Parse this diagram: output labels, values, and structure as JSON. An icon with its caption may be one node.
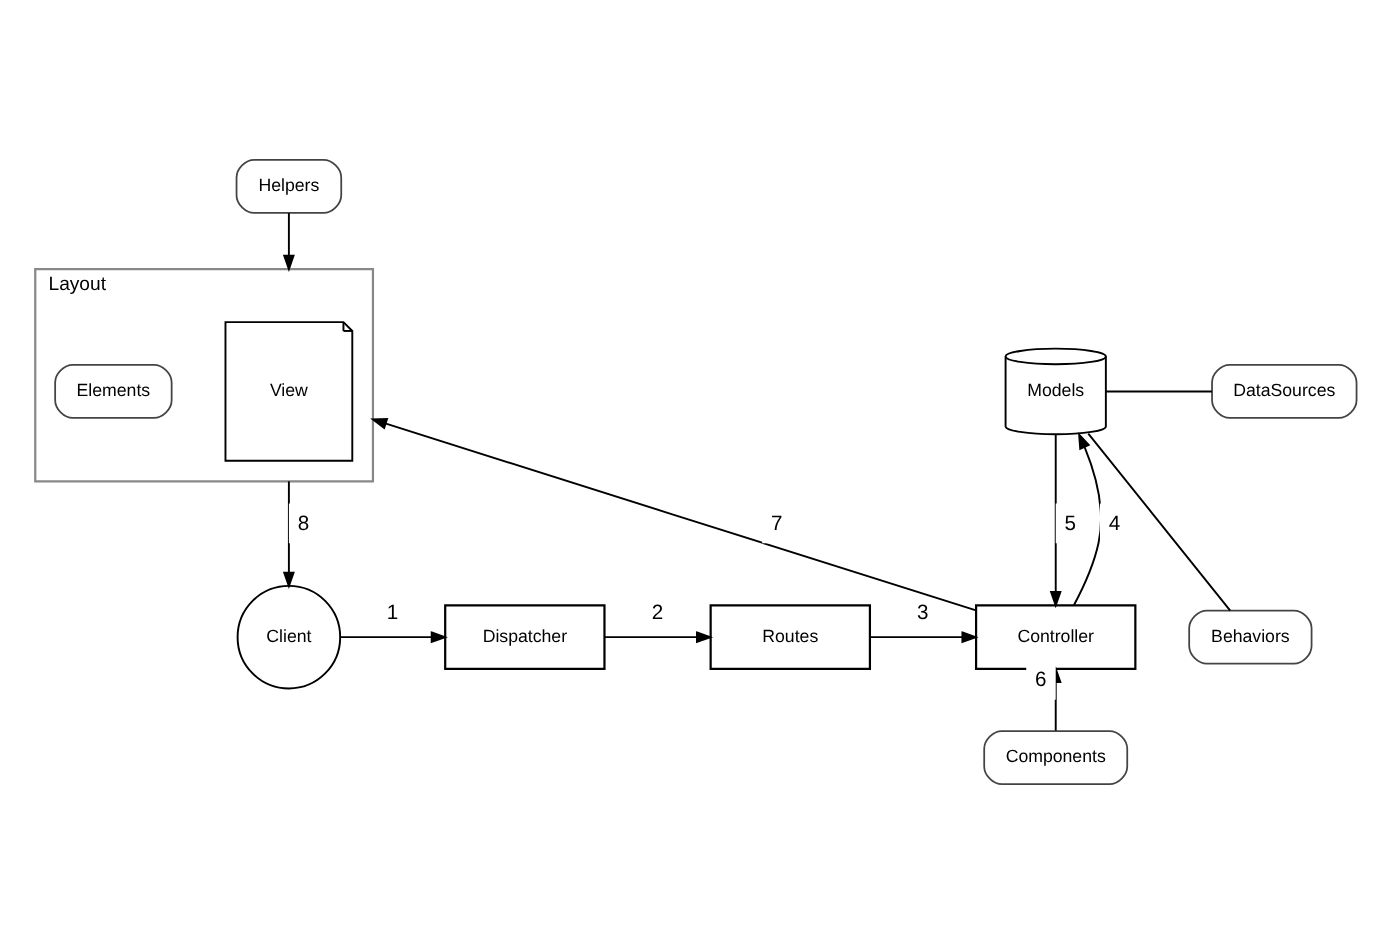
{
  "diagram": {
    "nodes": [
      {
        "text": [
          "Helpers"
        ]
      },
      {
        "text": [
          "Layout"
        ]
      },
      {
        "text": [
          "View"
        ],
        "in": 1
      },
      {
        "text": [
          "Elements"
        ],
        "in": 1
      },
      {
        "text": [
          "Models"
        ]
      },
      {
        "text": [
          "DataSources"
        ]
      },
      {
        "text": [
          "Behaviors"
        ]
      },
      {
        "text": [
          "Client"
        ]
      },
      {
        "text": [
          "Dispatcher"
        ]
      },
      {
        "text": [
          "Routes"
        ]
      },
      {
        "text": [
          "Controller"
        ]
      },
      {
        "text": [
          "Components"
        ]
      }
    ],
    "edges": [
      {
        "from": 0,
        "to": 1,
        "arrow": "to"
      },
      {
        "from": 4,
        "to": 5,
        "arrow": "none"
      },
      {
        "from": 4,
        "to": 6,
        "arrow": "none"
      },
      {
        "from": 7,
        "to": 8,
        "arrow": "to",
        "label": "1"
      },
      {
        "from": 8,
        "to": 9,
        "arrow": "to",
        "label": "2"
      },
      {
        "from": 9,
        "to": 10,
        "arrow": "to",
        "label": "3"
      },
      {
        "from": 10,
        "to": 4,
        "arrow": "to",
        "label": "4"
      },
      {
        "from": 4,
        "to": 10,
        "arrow": "to",
        "label": "5"
      },
      {
        "from": 11,
        "to": 10,
        "arrow": "to",
        "label": "6"
      },
      {
        "from": 10,
        "to": 1,
        "arrow": "to",
        "label": "7"
      },
      {
        "from": 1,
        "to": 7,
        "arrow": "to",
        "label": "8"
      }
    ]
  }
}
